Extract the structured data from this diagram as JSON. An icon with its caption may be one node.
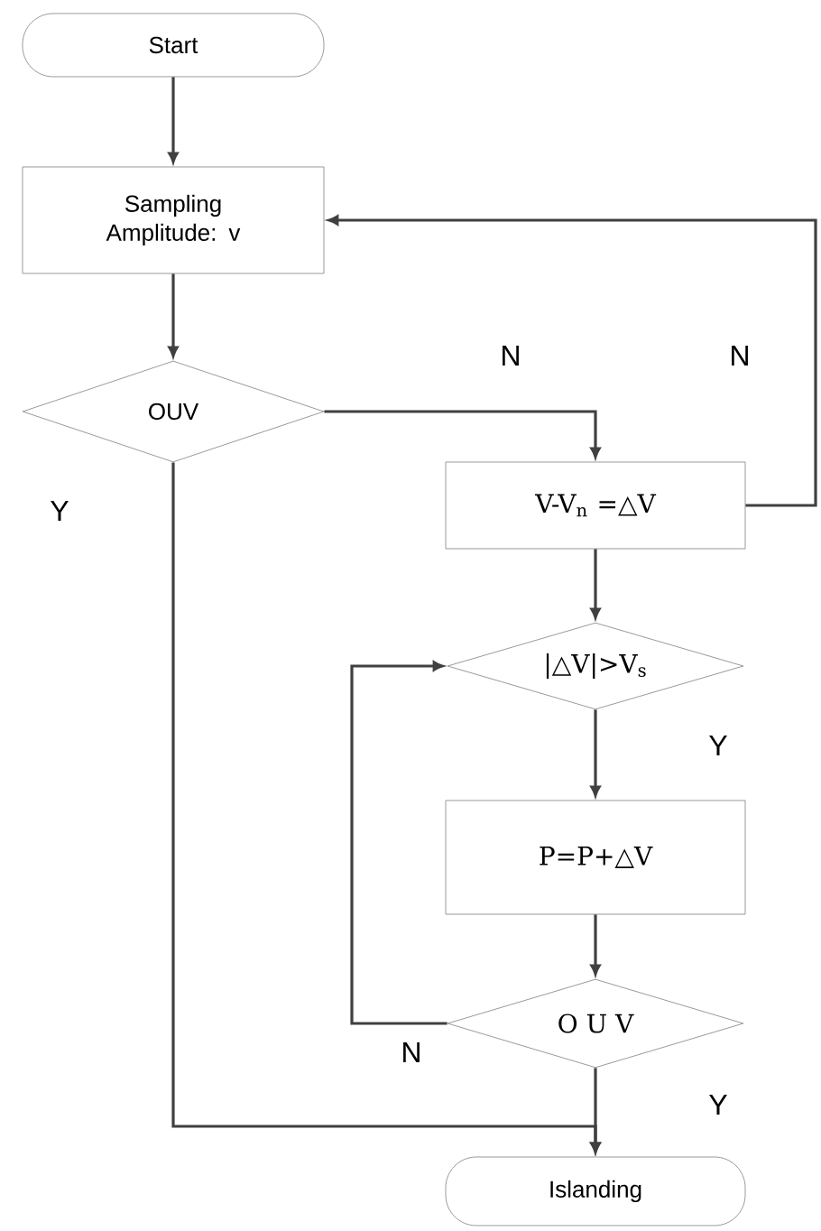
{
  "diagram": {
    "nodes": [
      {
        "text": [
          "Start"
        ]
      },
      {
        "text": [
          "Sampling Amplitude: v"
        ]
      },
      {
        "text": [
          "OUV"
        ]
      },
      {
        "text": [
          "V-V$_{n}$ =△V"
        ]
      },
      {
        "text": [
          "|△V|>V$_{s}$"
        ]
      },
      {
        "text": [
          "P=P+△V"
        ]
      },
      {
        "text": [
          "O U V"
        ]
      },
      {
        "text": [
          "Islanding"
        ]
      }
    ],
    "edges": [
      {
        "from": 0,
        "to": 1,
        "arrow": "to"
      },
      {
        "from": 1,
        "to": 2,
        "arrow": "to"
      },
      {
        "from": 2,
        "to": 3,
        "arrow": "to",
        "label": "N"
      },
      {
        "from": 3,
        "to": 1,
        "arrow": "to",
        "label": "N"
      },
      {
        "from": 3,
        "to": 4,
        "arrow": "to"
      },
      {
        "from": 4,
        "to": 5,
        "arrow": "to",
        "label": "Y"
      },
      {
        "from": 5,
        "to": 6,
        "arrow": "to"
      },
      {
        "from": 6,
        "to": 4,
        "arrow": "to",
        "label": "N"
      },
      {
        "from": 6,
        "to": 7,
        "arrow": "to",
        "label": "Y"
      },
      {
        "from": 2,
        "to": 7,
        "arrow": "to",
        "label": "Y"
      }
    ]
  }
}
